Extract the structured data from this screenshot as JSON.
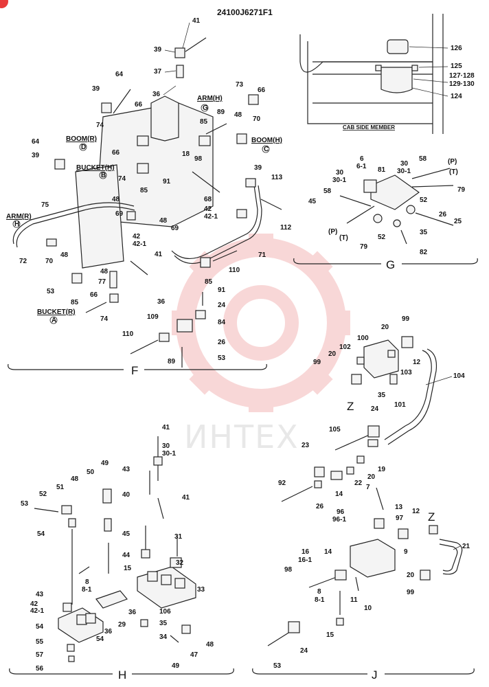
{
  "document_code": "24100J6271F1",
  "watermark_text": "ИНТЕХ",
  "brand_color": "#e83a3a",
  "sections": {
    "F": "F",
    "G": "G",
    "H": "H",
    "J": "J",
    "Z_top": "Z",
    "Z_bottom": "Z"
  },
  "cab_side_member": "CAB SIDE MEMBER",
  "circuit_labels": {
    "arm_h": "ARM(H)",
    "arm_h_mark": "G",
    "boom_r": "BOOM(R)",
    "boom_r_mark": "D",
    "boom_h": "BOOM(H)",
    "boom_h_mark": "C",
    "bucket_h": "BUCKET(H)",
    "bucket_h_mark": "B",
    "arm_r": "ARM(R)",
    "arm_r_mark": "H",
    "bucket_r": "BUCKET(R)",
    "bucket_r_mark": "A",
    "port_p1": "(P)",
    "port_t1": "(T)",
    "port_p2": "(P)",
    "port_t2": "(T)"
  },
  "callouts": {
    "f": [
      "41",
      "39",
      "37",
      "36",
      "64",
      "39",
      "73",
      "66",
      "66",
      "89",
      "48",
      "70",
      "74",
      "85",
      "64",
      "39",
      "66",
      "74",
      "18",
      "98",
      "91",
      "85",
      "39",
      "113",
      "48",
      "69",
      "68",
      "42",
      "42-1",
      "112",
      "75",
      "48",
      "69",
      "42",
      "42-1",
      "72",
      "70",
      "48",
      "77",
      "41",
      "85",
      "110",
      "71",
      "53",
      "85",
      "66",
      "48",
      "74",
      "36",
      "91",
      "24",
      "84",
      "109",
      "110",
      "26",
      "89",
      "53"
    ],
    "g": [
      "126",
      "125",
      "127·128",
      "129·130",
      "124",
      "6",
      "6-1",
      "30",
      "30-1",
      "81",
      "30",
      "30-1",
      "58",
      "58",
      "45",
      "79",
      "52",
      "26",
      "35",
      "25",
      "79",
      "52",
      "82"
    ],
    "h": [
      "41",
      "30",
      "30-1",
      "43",
      "40",
      "41",
      "49",
      "50",
      "48",
      "51",
      "52",
      "53",
      "54",
      "45",
      "31",
      "44",
      "15",
      "32",
      "8",
      "8-1",
      "33",
      "43",
      "42",
      "42-1",
      "54",
      "55",
      "57",
      "56",
      "36",
      "54",
      "29",
      "36",
      "106",
      "35",
      "34",
      "47",
      "48",
      "49"
    ],
    "j": [
      "99",
      "20",
      "100",
      "102",
      "12",
      "103",
      "99",
      "20",
      "35",
      "101",
      "104",
      "24",
      "105",
      "23",
      "19",
      "20",
      "92",
      "26",
      "14",
      "22",
      "7",
      "96",
      "96-1",
      "13",
      "12",
      "97",
      "16",
      "16-1",
      "14",
      "9",
      "21",
      "98",
      "8",
      "8-1",
      "11",
      "10",
      "20",
      "99",
      "15",
      "24",
      "53"
    ]
  }
}
